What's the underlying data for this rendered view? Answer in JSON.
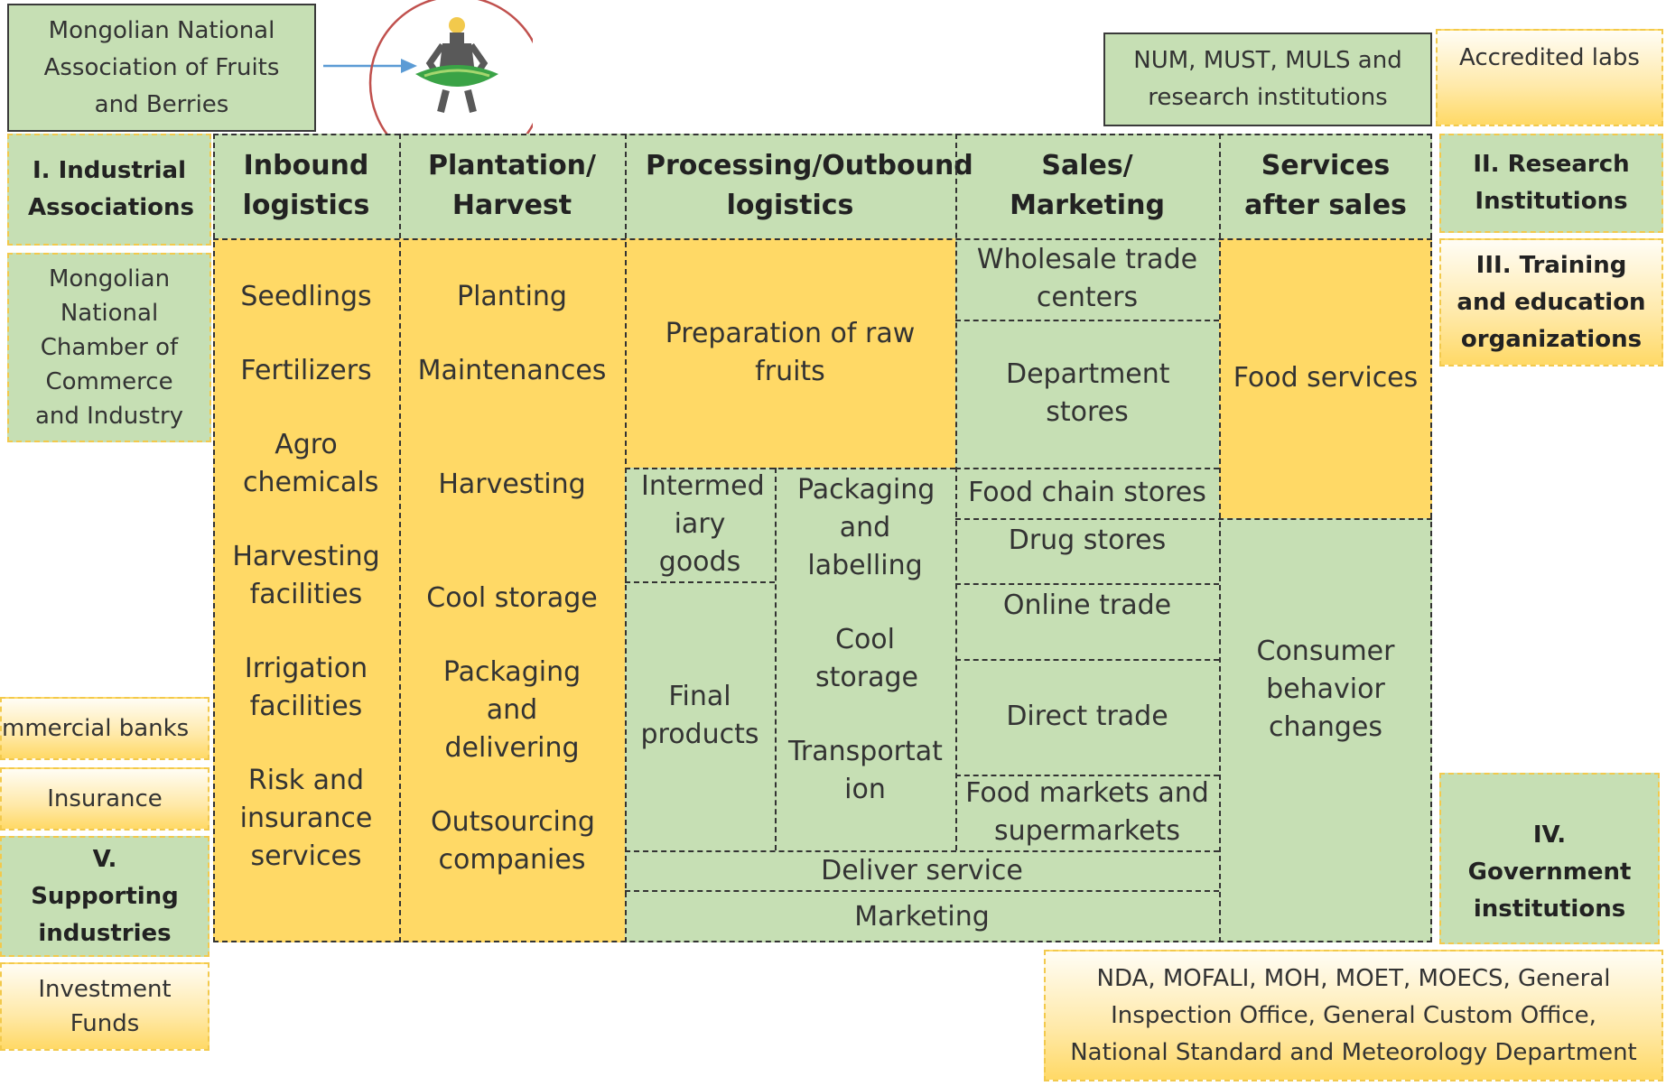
{
  "top": {
    "association_fruits": "Mongolian National Association of Fruits and Berries",
    "research_unis": "NUM, MUST, MULS and research institutions",
    "accredited_labs": "Accredited labs"
  },
  "left": {
    "industrial_associations": "I. Industrial Associations",
    "chamber": "Mongolian National Chamber of Commerce and Industry",
    "commercial_banks": "mmercial banks",
    "insurance": "Insurance",
    "supporting_industries": "V. Supporting industries",
    "investment_funds": "Investment Funds"
  },
  "right": {
    "research_institutions": "II. Research Institutions",
    "training": "III. Training and education organizations",
    "government": "IV. Government institutions",
    "gov_list": "NDA, MOFALI, MOH, MOET, MOECS, General Inspection Office, General Custom Office, National Standard and Meteorology Department"
  },
  "headers": {
    "inbound": "Inbound logistics",
    "plantation": "Plantation/ Harvest",
    "processing": "Processing/Outbound logistics",
    "sales": "Sales/ Marketing",
    "services": "Services after sales"
  },
  "inbound_items": [
    "Seedlings",
    "Fertilizers",
    "Agro chemicals",
    "Harvesting facilities",
    "Irrigation facilities",
    "Risk and insurance services"
  ],
  "plantation_items": [
    "Planting",
    "Maintenances",
    "Harvesting",
    "Cool storage",
    "Packaging and delivering",
    "Outsourcing companies"
  ],
  "processing": {
    "preparation": "Preparation of raw fruits",
    "intermediary": "Intermed iary goods",
    "final_products": "Final products",
    "packaging": "Packaging and labelling",
    "cool_storage": "Cool storage",
    "transportation": "Transportat ion",
    "deliver_service": "Deliver service",
    "marketing": "Marketing"
  },
  "sales": {
    "wholesale": "Wholesale trade centers",
    "department": "Department stores",
    "food_chain": "Food chain stores",
    "drug": "Drug stores",
    "online": "Online trade",
    "direct": "Direct trade",
    "food_markets": "Food markets and supermarkets"
  },
  "services": {
    "food_services": "Food services",
    "consumer": "Consumer behavior changes"
  },
  "colors": {
    "green": "#c6dfb4",
    "yellow": "#ffd966",
    "circle": "#c0504d",
    "arrow": "#5b9bd5"
  }
}
